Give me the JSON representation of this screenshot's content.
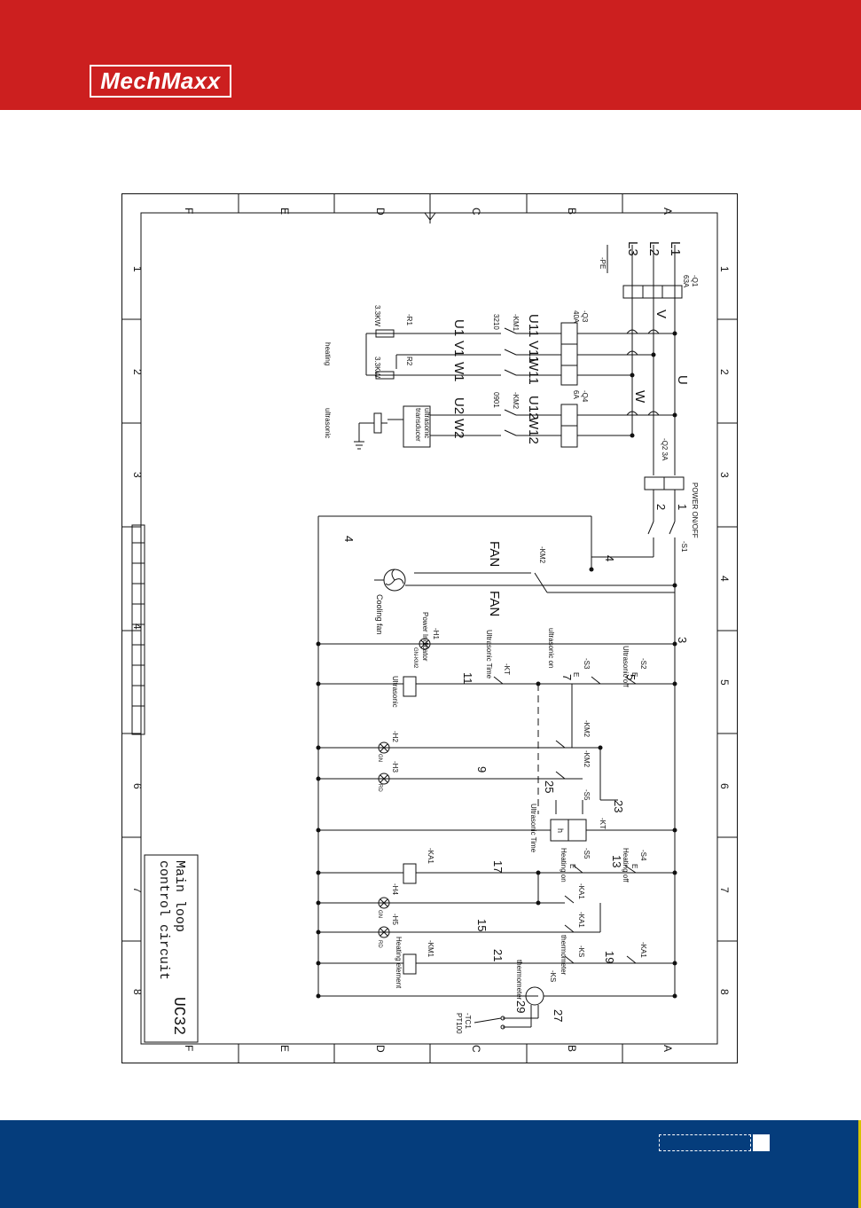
{
  "brand": {
    "logo_text": "MechMaxx"
  },
  "colors": {
    "header": "#cc1f1f",
    "footer": "#053d7c",
    "line": "#111111"
  },
  "diagram": {
    "title_line1": "Main loop",
    "title_line2": "control circuit",
    "model": "UC32",
    "rows": [
      "A",
      "B",
      "C",
      "D",
      "E",
      "F"
    ],
    "cols": [
      "1",
      "2",
      "3",
      "4",
      "5",
      "6",
      "7",
      "8"
    ],
    "phases": [
      "L1",
      "L2",
      "L3"
    ],
    "pe": "-PE",
    "q1": "-Q1",
    "q1_rating": "63A",
    "q2": "-Q2 3A",
    "q3": "-Q3",
    "q3_rating": "40A",
    "q4": "-Q4",
    "q4_rating": "6A",
    "bus_u": "U",
    "bus_v": "V",
    "bus_w": "W",
    "u11": "U11",
    "v11": "V11",
    "w11": "W11",
    "u12": "U12",
    "w12": "W12",
    "u1": "U1",
    "v1": "V1",
    "w1": "W1",
    "u2": "U2",
    "w2": "W2",
    "km1": "-KM1",
    "km1_code": "3210",
    "km2": "-KM2",
    "km2_code": "0901",
    "r1": "-R1",
    "r2": "R2",
    "r_power": "3.3KW",
    "heating": "heating",
    "ultrasonic_label": "ultrasonic",
    "transducer_l1": "ultrasonic",
    "transducer_l2": "transducer",
    "power_switch": "POWER ON/OFF",
    "s1": "-S1",
    "s1_n1": "1",
    "s1_n2": "2",
    "fan": "FAN",
    "fan_contact": "-KM2",
    "cooling_fan": "Cooling fan",
    "wire_3": "3",
    "wire_4": "4",
    "wire_5": "5",
    "wire_7": "7",
    "wire_9": "9",
    "wire_11": "11",
    "wire_13": "13",
    "wire_15": "15",
    "wire_17": "17",
    "wire_19": "19",
    "wire_21": "21",
    "wire_23": "23",
    "wire_25": "25",
    "wire_27": "27",
    "wire_29": "29",
    "h1": "-H1",
    "h1_desc": "Power Indicator",
    "h1_code": "GN-KM2",
    "kt": "-KT",
    "ultrasonic_time": "Ultrasonic Time",
    "s2": "-S2",
    "s2_desc": "Ultrasonic off",
    "s3": "-S3",
    "s3_desc": "ultrasonic on",
    "ultrasonic_coil": "Ultrasonic",
    "km2_a": "-KM2",
    "km2_b": "-KM2",
    "h2": "-H2",
    "h3": "-H3",
    "gn": "GN",
    "rd": "RD",
    "s5": "-S5",
    "kt_coil": "-KT",
    "kt_coil_desc": "Ultrasonic Time",
    "timer_h": "h",
    "s4": "-S4",
    "s4_desc": "Heating off",
    "s5b": "-S5",
    "s5b_desc": "Heating on",
    "e": "E",
    "ka1": "-KA1",
    "ka1_b": "-KA1",
    "ka1_c": "-KA1",
    "ka1_d": "-KA1",
    "h4": "-H4",
    "h5": "-H5",
    "h5_desc": "Heating element",
    "km1_coil": "-KM1",
    "ks": "-KS",
    "ks_desc": "thermometer",
    "ks2": "-KS",
    "ks2_desc": "thermometer",
    "tc1": "-TC1",
    "pt100": "PT100"
  }
}
